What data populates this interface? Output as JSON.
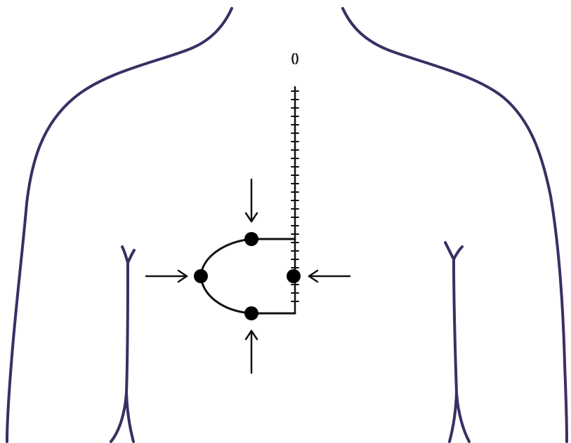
{
  "diagram": {
    "top_label": "()",
    "colors": {
      "outline": "#3a2f63",
      "ink": "#111111",
      "background": "#ffffff"
    },
    "markers": [
      {
        "name": "superior-marker",
        "arrow": "down"
      },
      {
        "name": "left-marker",
        "arrow": "right"
      },
      {
        "name": "right-marker",
        "arrow": "left"
      },
      {
        "name": "inferior-marker",
        "arrow": "up"
      }
    ],
    "icons": [
      "body-outline",
      "suture-line",
      "flap-outline",
      "marker-dot",
      "arrow"
    ]
  }
}
